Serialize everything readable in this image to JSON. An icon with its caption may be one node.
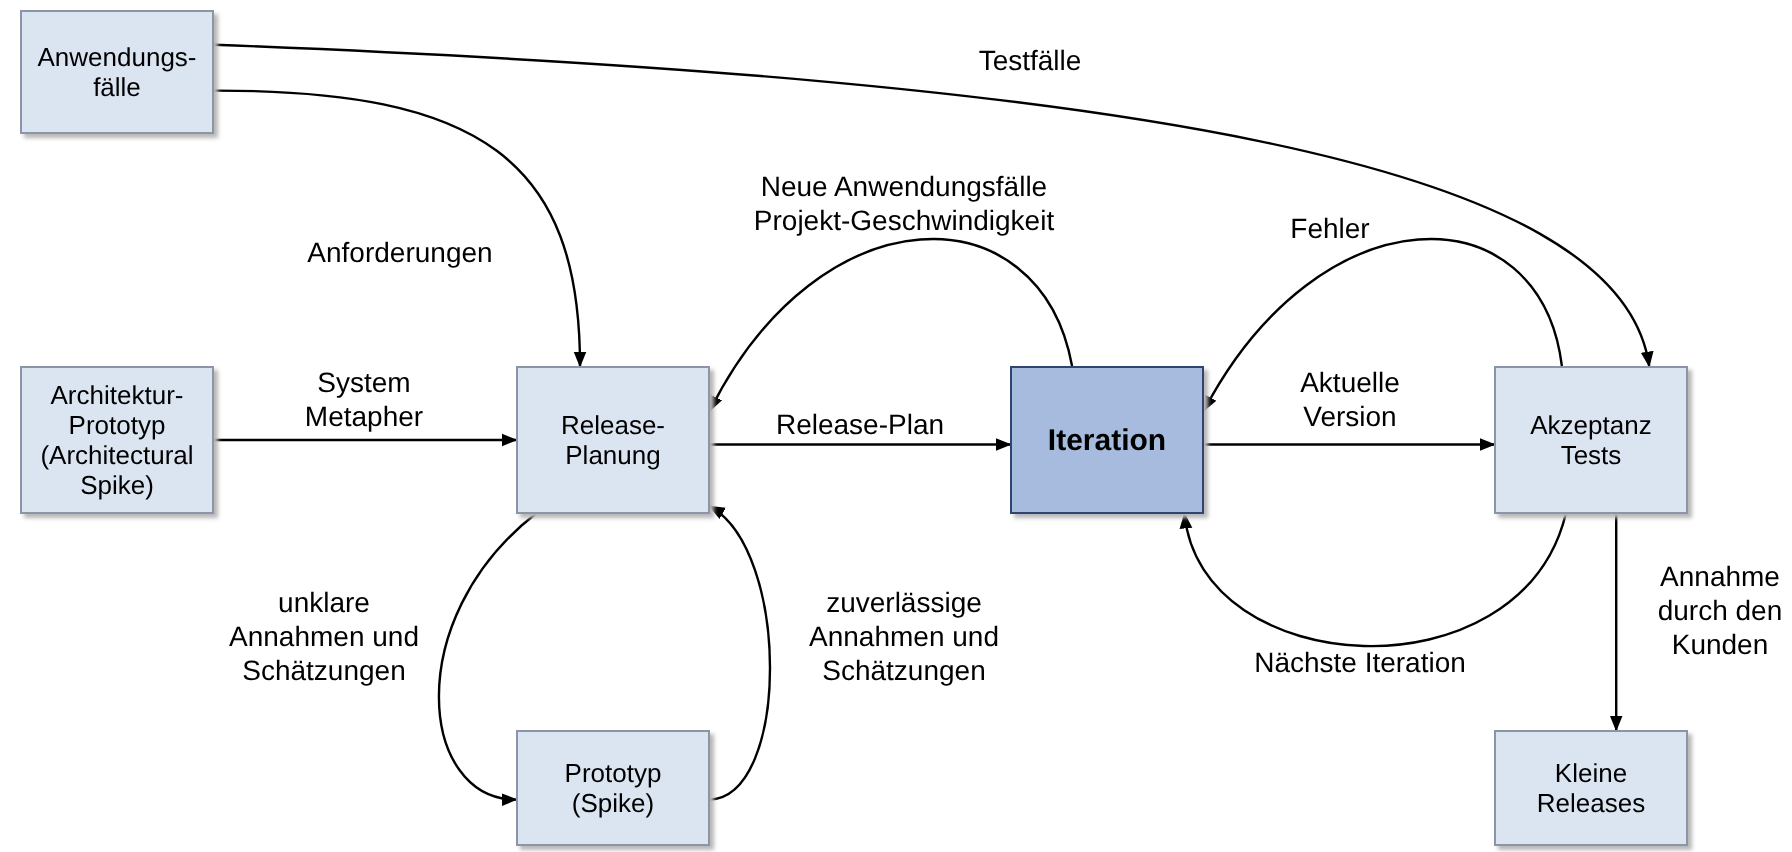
{
  "diagram": {
    "nodes": [
      {
        "text": [
          "Anwendungs- fälle"
        ]
      },
      {
        "text": [
          "Architektur- Prototyp (Architectural Spike)"
        ]
      },
      {
        "text": [
          "Release- Planung"
        ]
      },
      {
        "text": [
          "Iteration"
        ]
      },
      {
        "text": [
          "Akzeptanz Tests"
        ]
      },
      {
        "text": [
          "Prototyp (Spike)"
        ]
      },
      {
        "text": [
          "Kleine Releases"
        ]
      }
    ],
    "edges": [
      {
        "from": 0,
        "to": 2,
        "arrow": "to",
        "label": "Anforderungen"
      },
      {
        "from": 0,
        "to": 4,
        "arrow": "to",
        "label": "Testfälle"
      },
      {
        "from": 1,
        "to": 2,
        "arrow": "to",
        "label": "System Metapher"
      },
      {
        "from": 2,
        "to": 3,
        "arrow": "to",
        "label": "Release-Plan"
      },
      {
        "from": 3,
        "to": 2,
        "arrow": "to",
        "label": "Neue Anwendungsfälle Projekt-Geschwindigkeit"
      },
      {
        "from": 3,
        "to": 4,
        "arrow": "to",
        "label": "Aktuelle Version"
      },
      {
        "from": 4,
        "to": 3,
        "arrow": "to",
        "label": "Fehler"
      },
      {
        "from": 4,
        "to": 3,
        "arrow": "to",
        "label": "Nächste Iteration"
      },
      {
        "from": 2,
        "to": 5,
        "arrow": "to",
        "label": "unklare Annahmen und Schätzungen"
      },
      {
        "from": 5,
        "to": 2,
        "arrow": "to",
        "label": "zuverlässige Annahmen und Schätzungen"
      },
      {
        "from": 4,
        "to": 6,
        "arrow": "to",
        "label": "Annahme durch den Kunden"
      }
    ]
  }
}
